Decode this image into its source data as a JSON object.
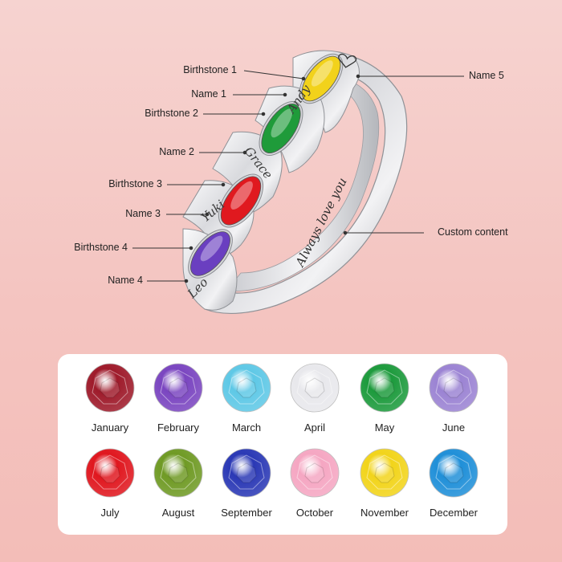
{
  "callouts": {
    "birthstone_1": "Birthstone 1",
    "name_1": "Name 1",
    "birthstone_2": "Birthstone 2",
    "name_2": "Name 2",
    "birthstone_3": "Birthstone 3",
    "name_3": "Name 3",
    "birthstone_4": "Birthstone 4",
    "name_4": "Name 4",
    "name_5": "Name 5",
    "custom_content": "Custom content"
  },
  "engravings": {
    "name_1": "Andy",
    "name_2": "Grace",
    "name_3": "Yuki",
    "name_4": "Leo",
    "custom": "Always love you",
    "name_5_icon": "heart-icon"
  },
  "ring_stones": [
    {
      "slot": "Birthstone 1",
      "color": "#f2d21b"
    },
    {
      "slot": "Birthstone 2",
      "color": "#1f9b3a"
    },
    {
      "slot": "Birthstone 3",
      "color": "#e0191f"
    },
    {
      "slot": "Birthstone 4",
      "color": "#6a3fc0"
    }
  ],
  "birthstones": [
    {
      "month": "January",
      "color": "#9e1a2a"
    },
    {
      "month": "February",
      "color": "#7a45c0"
    },
    {
      "month": "March",
      "color": "#5ec8e6"
    },
    {
      "month": "April",
      "color": "#e8e8ec"
    },
    {
      "month": "May",
      "color": "#1c9a3c"
    },
    {
      "month": "June",
      "color": "#9b83d3"
    },
    {
      "month": "July",
      "color": "#e0161e"
    },
    {
      "month": "August",
      "color": "#6f9a24"
    },
    {
      "month": "September",
      "color": "#2a38b5"
    },
    {
      "month": "October",
      "color": "#f5a6c2"
    },
    {
      "month": "November",
      "color": "#f2d41a"
    },
    {
      "month": "December",
      "color": "#1f8fd8"
    }
  ]
}
